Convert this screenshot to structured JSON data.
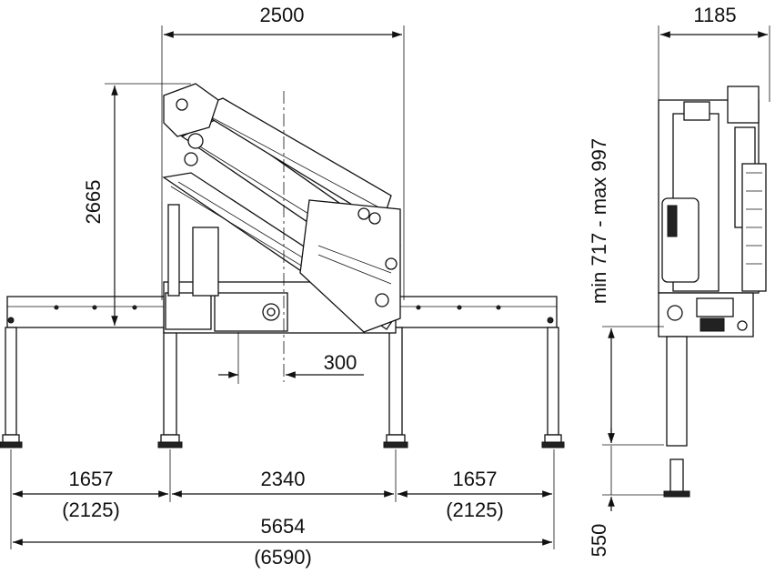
{
  "dimensions": {
    "top_width": "2500",
    "side_width": "1185",
    "height": "2665",
    "offset": "300",
    "outrigger_left": "1657",
    "outrigger_left_ext": "(2125)",
    "base_span": "2340",
    "outrigger_right": "1657",
    "outrigger_right_ext": "(2125)",
    "total_span": "5654",
    "total_span_ext": "(6590)",
    "side_height_range": "min 717 - max 997",
    "side_foot": "550"
  }
}
